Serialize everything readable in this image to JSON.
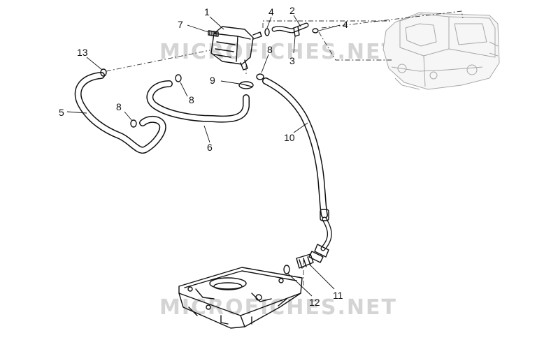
{
  "watermark": {
    "text_upper": "MICROFICHES.NET",
    "text_lower": "MICROFICHES.NET"
  },
  "callouts": [
    {
      "id": "1",
      "label": "1"
    },
    {
      "id": "2",
      "label": "2"
    },
    {
      "id": "3",
      "label": "3"
    },
    {
      "id": "4a",
      "label": "4"
    },
    {
      "id": "4b",
      "label": "4"
    },
    {
      "id": "5",
      "label": "5"
    },
    {
      "id": "6",
      "label": "6"
    },
    {
      "id": "7",
      "label": "7"
    },
    {
      "id": "8a",
      "label": "8"
    },
    {
      "id": "8b",
      "label": "8"
    },
    {
      "id": "8c",
      "label": "8"
    },
    {
      "id": "9",
      "label": "9"
    },
    {
      "id": "10",
      "label": "10"
    },
    {
      "id": "11",
      "label": "11"
    },
    {
      "id": "12",
      "label": "12"
    },
    {
      "id": "13",
      "label": "13"
    }
  ],
  "colors": {
    "line": "#111111",
    "faint_line": "#a8a8a8",
    "watermark": "#d4d4d4",
    "background": "#ffffff"
  }
}
